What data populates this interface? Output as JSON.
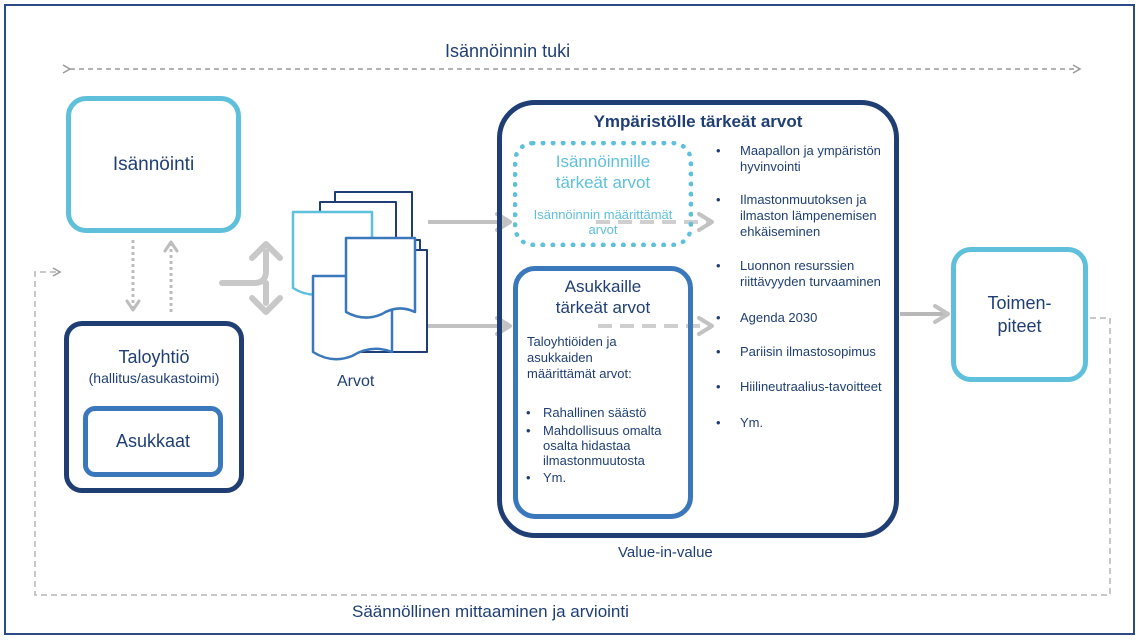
{
  "top_support": "Isännöinnin tuki",
  "bottom_loop": "Säännöllinen mittaaminen ja arviointi",
  "isannointi": "Isännöinti",
  "taloyhtio": {
    "title": "Taloyhtiö",
    "subtitle": "(hallitus/asukastoimi)",
    "asukkaat": "Asukkaat"
  },
  "arvot": "Arvot",
  "ymparisto": {
    "title": "Ympäristölle tärkeät arvot",
    "items": [
      "Maapallon ja ympäristön hyvinvointi",
      "Ilmastonmuutoksen ja ilmaston lämpenemisen ehkäiseminen",
      "Luonnon resurssien riittävyyden turvaaminen",
      "Agenda 2030",
      "Pariisin ilmastosopimus",
      "Hiilineutraalius-tavoitteet",
      "Ym."
    ]
  },
  "isannoinnille": {
    "title": "Isännöinnille tärkeät arvot",
    "subtitle": "Isännöinnin määrittämät arvot"
  },
  "asukkaille": {
    "title": "Asukkaille tärkeät arvot",
    "intro": "Taloyhtiöiden ja asukkaiden määrittämät arvot:",
    "items": [
      "Rahallinen säästö",
      "Mahdollisuus omalta osalta hidastaa ilmastonmuutosta",
      "Ym."
    ]
  },
  "value_in_value": "Value-in-value",
  "toimenpiteet": "Toimen-piteet",
  "colors": {
    "dark_navy": "#1f3f74",
    "mid_blue": "#3b78bb",
    "light_cyan": "#5fc0dc",
    "arrow_gray": "#c2c2c2"
  }
}
